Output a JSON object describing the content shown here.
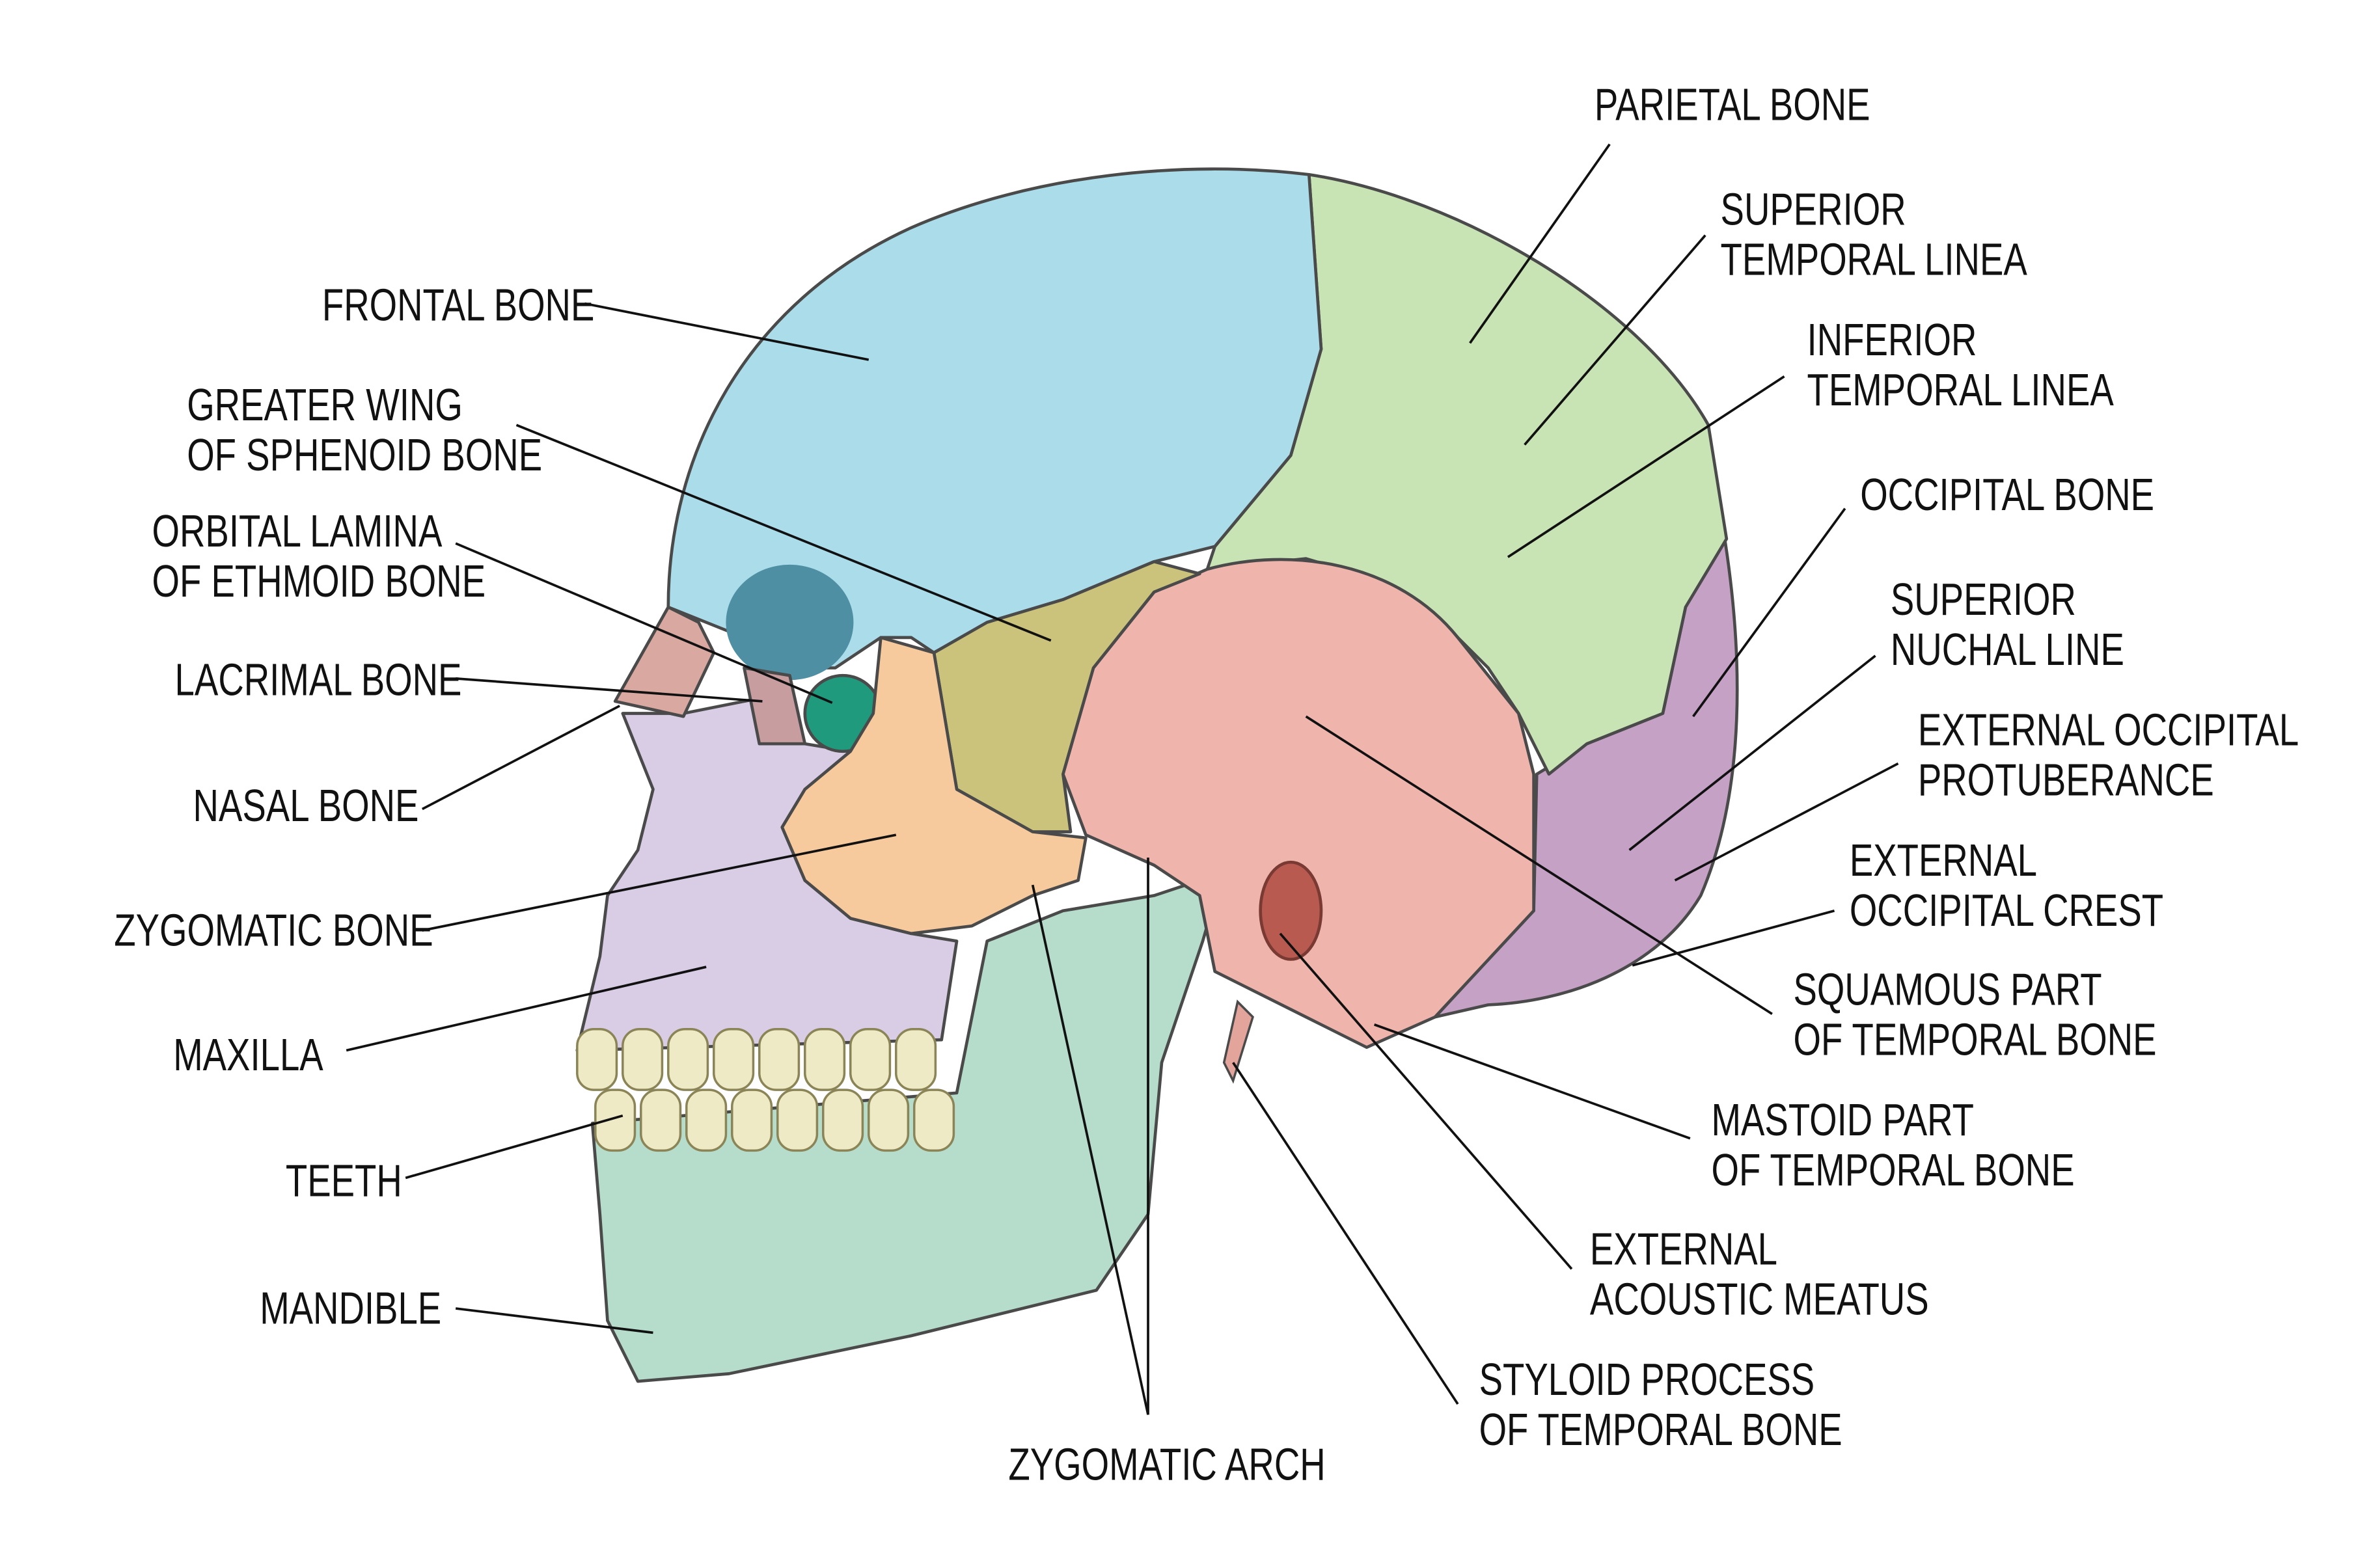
{
  "title": "Human skull lateral view",
  "colors": {
    "frontal": "#aadcea",
    "parietal": "#c8e4b5",
    "occipital": "#c6a1c6",
    "temporal": "#efb5ad",
    "sphenoid": "#cbc27c",
    "zygomatic": "#f6ca9c",
    "maxilla": "#d9cde6",
    "mandible": "#b6ddcc",
    "ethmoid": "#1f9a7d",
    "teeth": "#efeac6"
  },
  "labels": {
    "frontal": [
      "FRONTAL BONE"
    ],
    "sphenoid": [
      "GREATER WING",
      "OF SPHENOID BONE"
    ],
    "ethmoid": [
      "ORBITAL LAMINA",
      "OF ETHMOID BONE"
    ],
    "lacrimal": [
      "LACRIMAL BONE"
    ],
    "nasal": [
      "NASAL BONE"
    ],
    "zygomatic": [
      "ZYGOMATIC BONE"
    ],
    "maxilla": [
      "MAXILLA"
    ],
    "teeth": [
      "TEETH"
    ],
    "mandible": [
      "MANDIBLE"
    ],
    "zygomatic_arch": [
      "ZYGOMATIC ARCH"
    ],
    "parietal": [
      "PARIETAL BONE"
    ],
    "superior_temporal": [
      "SUPERIOR",
      "TEMPORAL LINEA"
    ],
    "inferior_temporal": [
      "INFERIOR",
      "TEMPORAL LINEA"
    ],
    "occipital": [
      "OCCIPITAL BONE"
    ],
    "superior_nuchal": [
      "SUPERIOR",
      "NUCHAL LINE"
    ],
    "ext_occ_protuberance": [
      "EXTERNAL OCCIPITAL",
      "PROTUBERANCE"
    ],
    "ext_occ_crest": [
      "EXTERNAL",
      "OCCIPITAL CREST"
    ],
    "squamous": [
      "SQUAMOUS PART",
      "OF TEMPORAL BONE"
    ],
    "mastoid": [
      "MASTOID PART",
      "OF TEMPORAL BONE"
    ],
    "acoustic": [
      "EXTERNAL",
      "ACOUSTIC MEATUS"
    ],
    "styloid": [
      "STYLOID PROCESS",
      "OF TEMPORAL BONE"
    ]
  }
}
